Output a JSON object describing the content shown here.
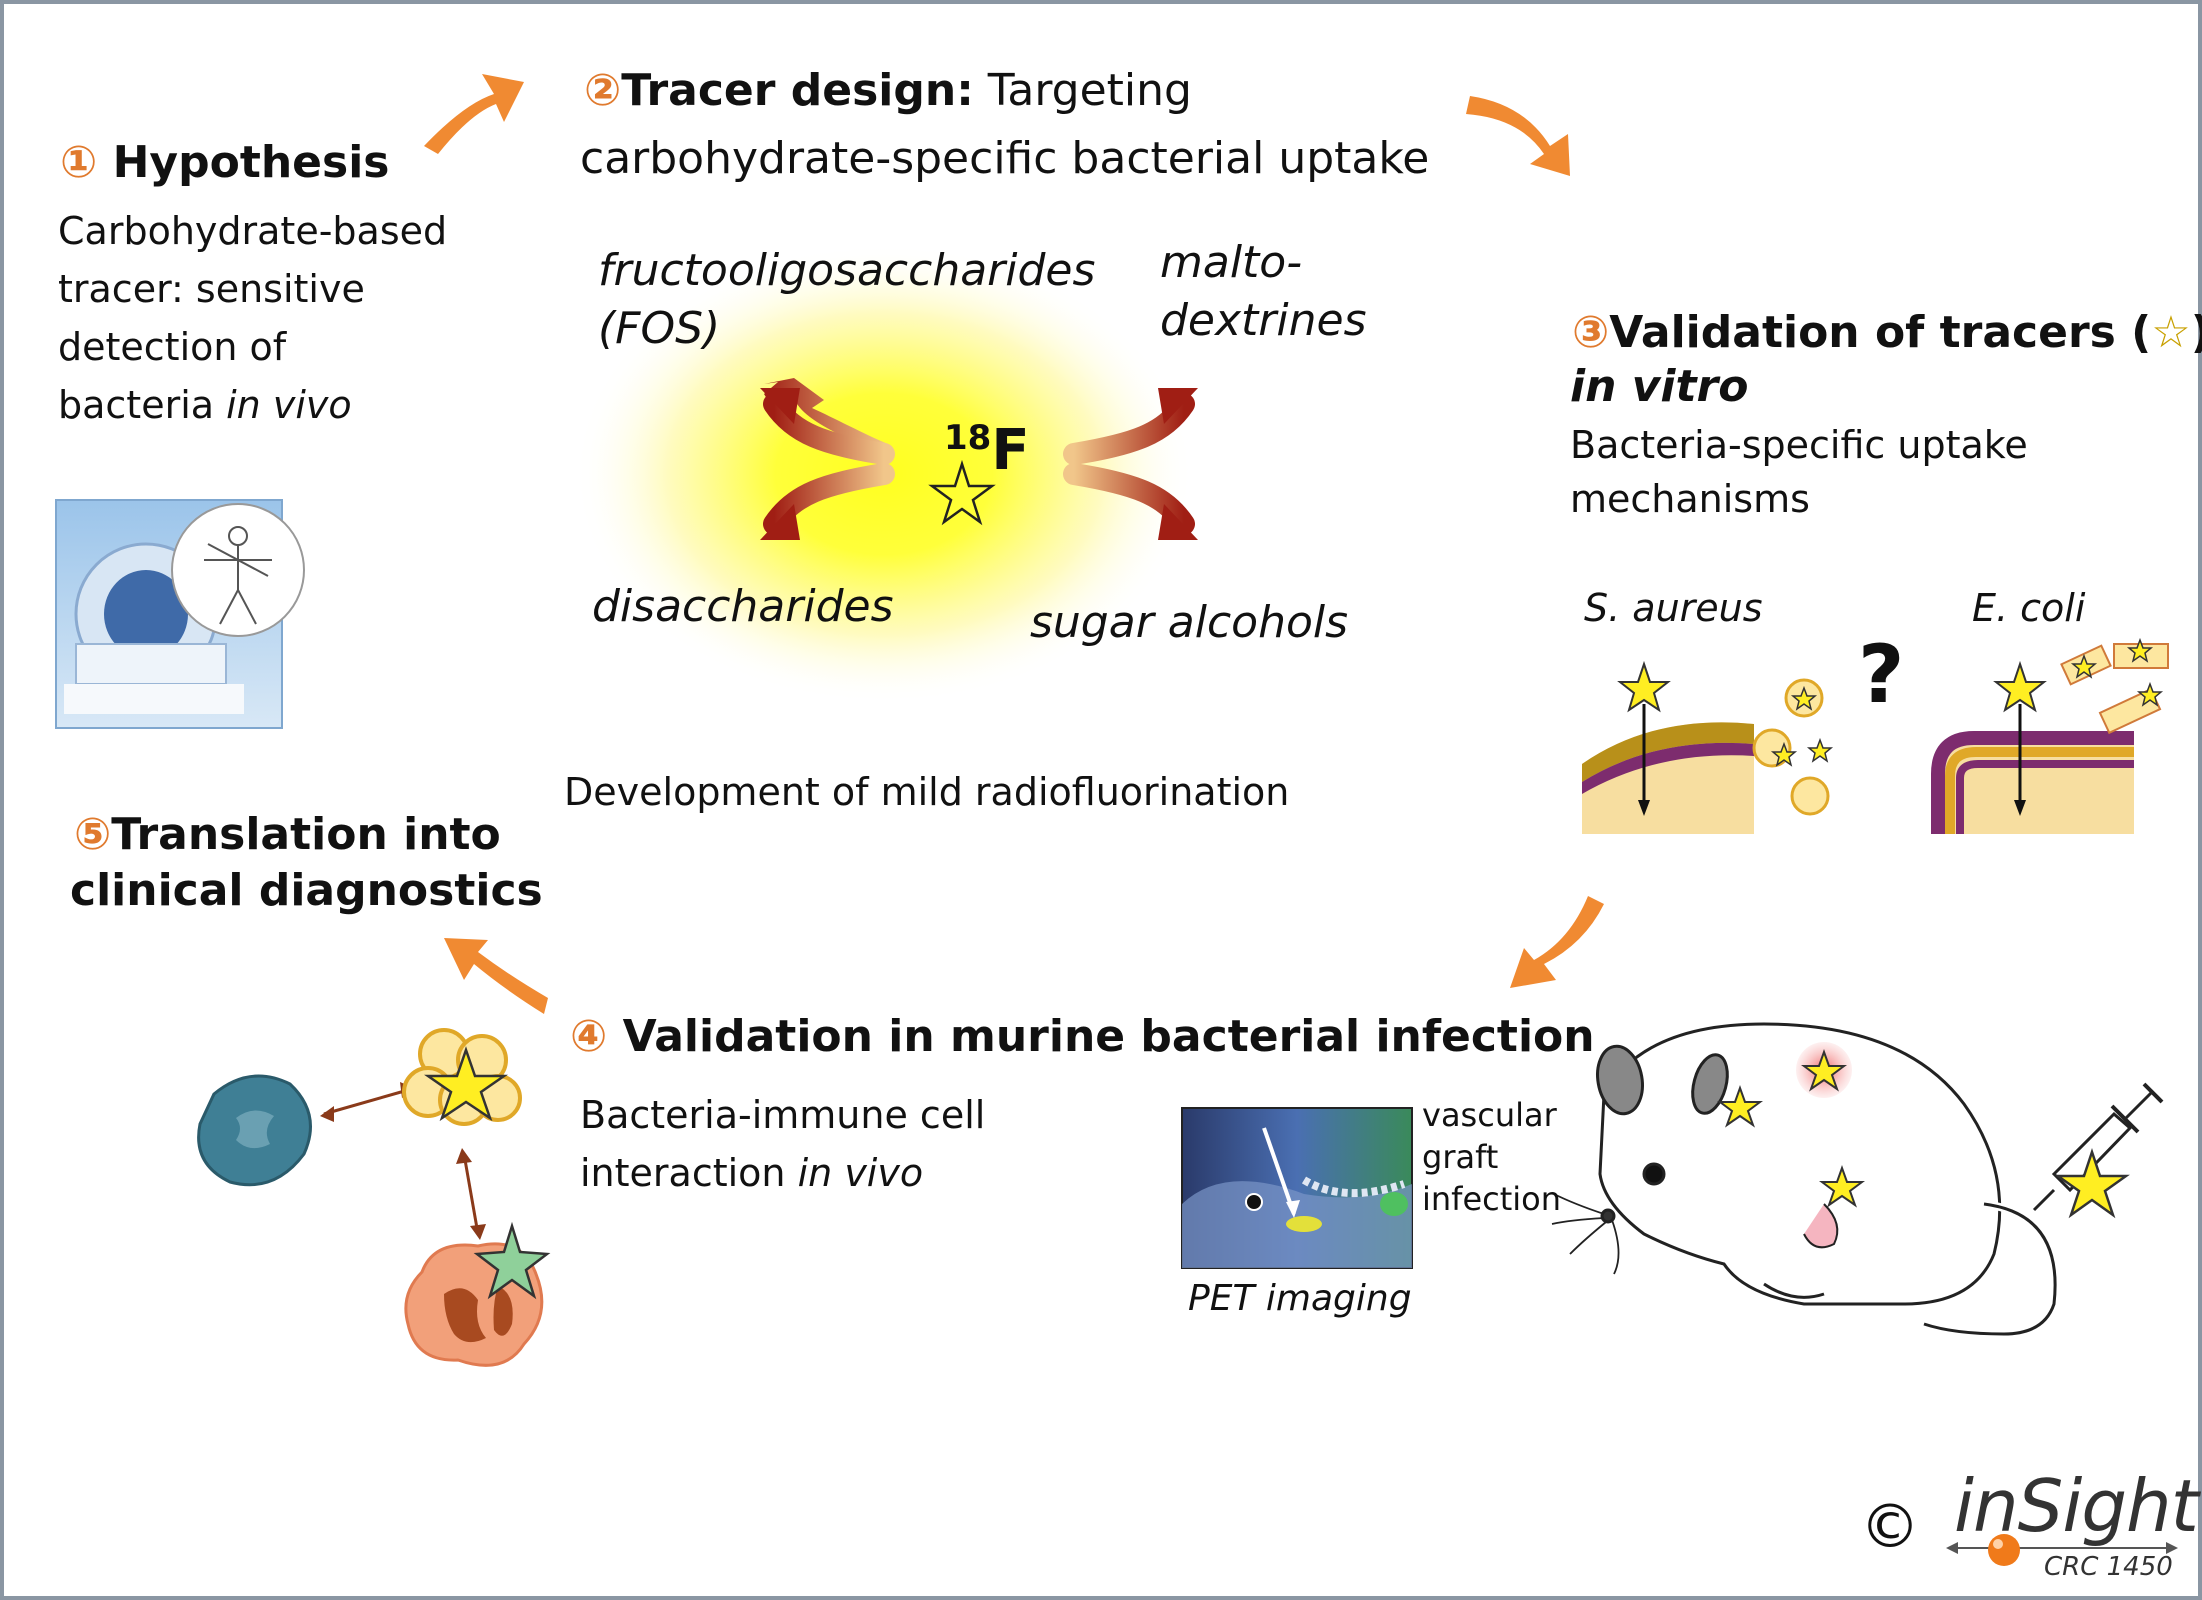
{
  "steps": {
    "s1": {
      "num": "①",
      "title": "Hypothesis",
      "line1": "Carbohydrate-based",
      "line2": "tracer: sensitive",
      "line3": "detection of",
      "line4a": "bacteria ",
      "line4b": "in vivo"
    },
    "s2": {
      "num": "②",
      "title": "Tracer design:",
      "title_rest": " Targeting",
      "line2": "carbohydrate-specific bacterial uptake"
    },
    "s3": {
      "num": "③",
      "title": "Validation of tracers (",
      "title_end": ")",
      "line2": "in vitro",
      "line3": "Bacteria-specific uptake",
      "line4": "mechanisms"
    },
    "s4": {
      "num": "④",
      "title": "Validation in murine bacterial infection",
      "line2": "Bacteria-immune cell",
      "line3a": "interaction ",
      "line3b": "in vivo"
    },
    "s5": {
      "num": "⑤",
      "title_line1": "Translation into",
      "title_line2": "clinical diagnostics"
    }
  },
  "center": {
    "isotope_mass": "18",
    "isotope_symbol": "F",
    "fos_line1": "fructooligosaccharides",
    "fos_line2": "(FOS)",
    "malto_line1": "malto-",
    "malto_line2": "dextrines",
    "disaccharides": "disaccharides",
    "sugar_alcohols": "sugar alcohols",
    "radiofluorination": "Development of mild radiofluorination"
  },
  "bacteria": {
    "s_aureus": "S. aureus",
    "e_coli": "E. coli",
    "question": "?"
  },
  "pet": {
    "label_line1": "vascular",
    "label_line2": "graft",
    "label_line3": "infection",
    "caption": "PET imaging"
  },
  "footer": {
    "copyright": "©",
    "logo": "inSight",
    "crc": "CRC 1450"
  },
  "colors": {
    "orange": "#f08a32",
    "dark_red": "#a01e14",
    "yellow_star": "#ffee22",
    "glow": "#ffff30",
    "teal_cell": "#3f7f95",
    "macrophage": "#f2a07a"
  }
}
